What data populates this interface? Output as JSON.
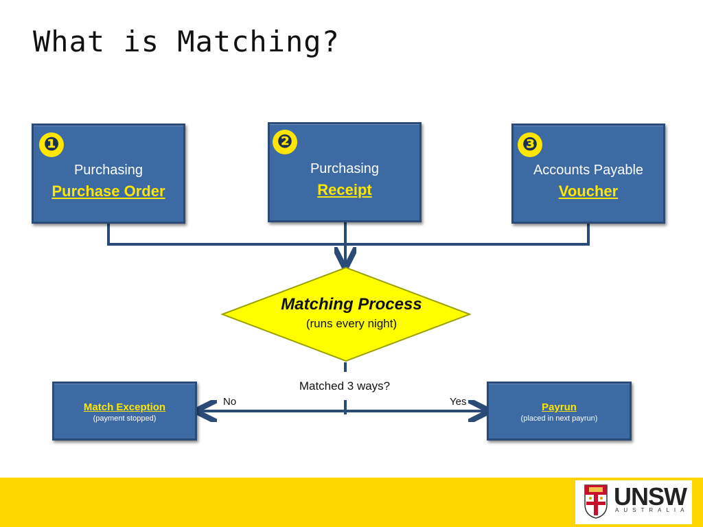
{
  "title": "What is Matching?",
  "sources": [
    {
      "number": "❶",
      "system": "Purchasing",
      "document": "Purchase Order"
    },
    {
      "number": "❷",
      "system": "Purchasing",
      "document": "Receipt"
    },
    {
      "number": "❸",
      "system": "Accounts Payable",
      "document": "Voucher"
    }
  ],
  "process": {
    "title": "Matching Process",
    "subtitle": "(runs every night)"
  },
  "decision": {
    "question": "Matched 3 ways?",
    "no_label": "No",
    "yes_label": "Yes"
  },
  "outcomes": {
    "no": {
      "title": "Match Exception",
      "subtitle": "(payment stopped)"
    },
    "yes": {
      "title": "Payrun",
      "subtitle": "(placed in next payrun)"
    }
  },
  "logo": {
    "wordmark": "UNSW",
    "subtext": "AUSTRALIA"
  },
  "colors": {
    "box_fill": "#3d6aa3",
    "accent_yellow": "#ffe600",
    "footer": "#ffd400"
  }
}
